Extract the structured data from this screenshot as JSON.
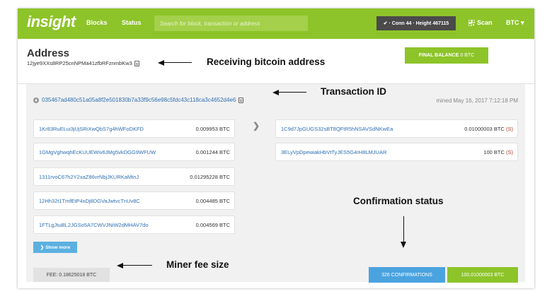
{
  "navbar": {
    "logo": "insight",
    "links": [
      "Blocks",
      "Status"
    ],
    "search_placeholder": "Search for block, transaction or address",
    "connection": "✔ · Conn 44 · Height 467115",
    "scan_label": "Scan",
    "currency_label": "BTC ▾"
  },
  "address": {
    "title": "Address",
    "value": "12jye9XXs8RP25cnNPMa41zfbRFznmbKw3",
    "final_balance_label": "FINAL BALANCE",
    "final_balance_value": "0 BTC"
  },
  "transaction": {
    "txid": "035467ad480c51a05a8f2e501830b7a33f9c56e98c5fdc43c118ca3c4652d4e6",
    "mined": "mined May 16, 2017 7:12:18 PM",
    "inputs": [
      {
        "address": "1Kr83RuELui3jUjSRiXwQbS7g4hWFoDKFD",
        "amount": "0.009953 BTC"
      },
      {
        "address": "1GMgVghwqhEcKUUEWiv6JMg5vkDGG9WFUW",
        "amount": "0.001244 BTC"
      },
      {
        "address": "1311rvoC67h2Y2xaZ86vrNbjJKURKaMtnJ",
        "amount": "0.01295228 BTC"
      },
      {
        "address": "12Hh32t1TmfEtP4xDj8DGVaJwtvcTnUv8C",
        "amount": "0.004485 BTC"
      },
      {
        "address": "1FTLgJtuBL2JGSo5A7CWVJNiW2dMHAV7do",
        "amount": "0.004569 BTC"
      }
    ],
    "outputs": [
      {
        "address": "1C9d7JpGUGS32sBT8QFtR5hNSAVSdNKwEa",
        "amount": "0.01000003 BTC",
        "flag": "(S)"
      },
      {
        "address": "3ELyVpDpewiakHbVtTyJES5G4rH8LMJUAR",
        "amount": "100 BTC",
        "flag": "(S)"
      }
    ],
    "show_more": "Show more",
    "fee": "FEE: 0.18625018 BTC",
    "confirmations": "326 CONFIRMATIONS",
    "total": "100.01000003 BTC"
  },
  "annotations": {
    "receiving": "Receiving bitcoin address",
    "txid": "Transaction ID",
    "confirmation": "Confirmation status",
    "fee": "Miner fee size"
  },
  "colors": {
    "brand_green": "#8dc429",
    "link_blue": "#2f6fb0",
    "confirm_blue": "#4aa3df",
    "spent_red": "#b23a2a"
  }
}
